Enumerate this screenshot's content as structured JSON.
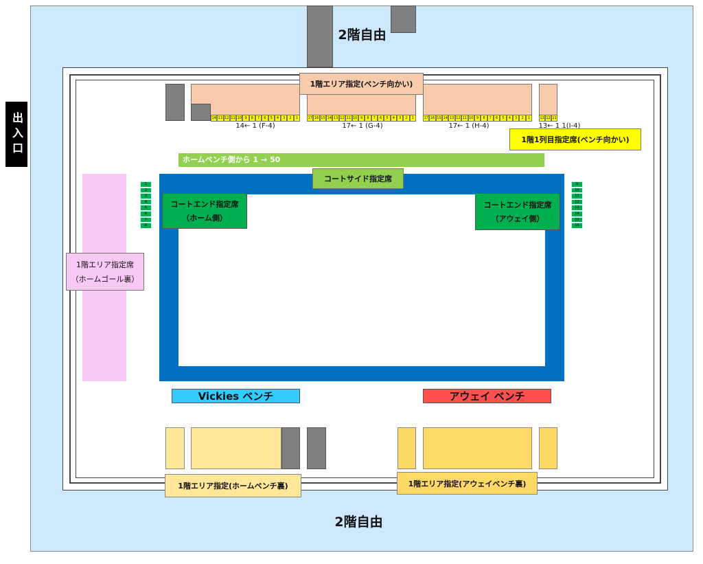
{
  "free_2f_label": "2階自由",
  "entrance_label": "出入口",
  "top_area_label": "1階エリア指定(ベンチ向かい)",
  "front_row_label": "1階1列目指定席(ベンチ向かい)",
  "blocks": [
    {
      "range": "14← 1 (F-4)",
      "seats": [
        "14",
        "13",
        "12",
        "11",
        "10",
        "9",
        "8",
        "7",
        "6",
        "5",
        "4",
        "3",
        "2",
        "1"
      ]
    },
    {
      "range": "17← 1 (G-4)",
      "seats": [
        "17",
        "16",
        "15",
        "14",
        "13",
        "12",
        "11",
        "10",
        "9",
        "8",
        "7",
        "6",
        "5",
        "4",
        "3",
        "2",
        "1"
      ]
    },
    {
      "range": "17← 1 (H-4)",
      "seats": [
        "17",
        "16",
        "15",
        "14",
        "13",
        "12",
        "11",
        "10",
        "9",
        "8",
        "7",
        "6",
        "5",
        "4",
        "3",
        "2",
        "1"
      ]
    },
    {
      "range": "13← 1 1(I-4)",
      "seats": [
        "13",
        "12",
        "11"
      ]
    }
  ],
  "courtside_row_label": "ホームベンチ側から 1 → 50",
  "courtside_label": "コートサイド指定席",
  "court_end_home": {
    "line1": "コートエンド指定席",
    "line2": "（ホーム側）",
    "seats": [
      "1",
      "2",
      "3",
      "4",
      "5",
      "6",
      "7",
      "8"
    ]
  },
  "court_end_away": {
    "line1": "コートエンド指定席",
    "line2": "（アウェイ側）",
    "seats": [
      "9",
      "10",
      "11",
      "12",
      "13",
      "14",
      "15",
      "16"
    ]
  },
  "goal_area": {
    "line1": "1階エリア指定席",
    "line2": "（ホームゴール裏）"
  },
  "home_bench": "Vickies ベンチ",
  "away_bench": "アウェイ ベンチ",
  "home_back_label": "1階エリア指定(ホームベンチ裏)",
  "away_back_label": "1階エリア指定(アウェイベンチ裏)",
  "colors": {
    "floor2": "#cde9fb",
    "court": "#0070c0",
    "green": "#00b050",
    "lightgreen": "#92d050",
    "pink": "#f9c9f5",
    "home": "#33ccff",
    "away": "#ff5050"
  }
}
